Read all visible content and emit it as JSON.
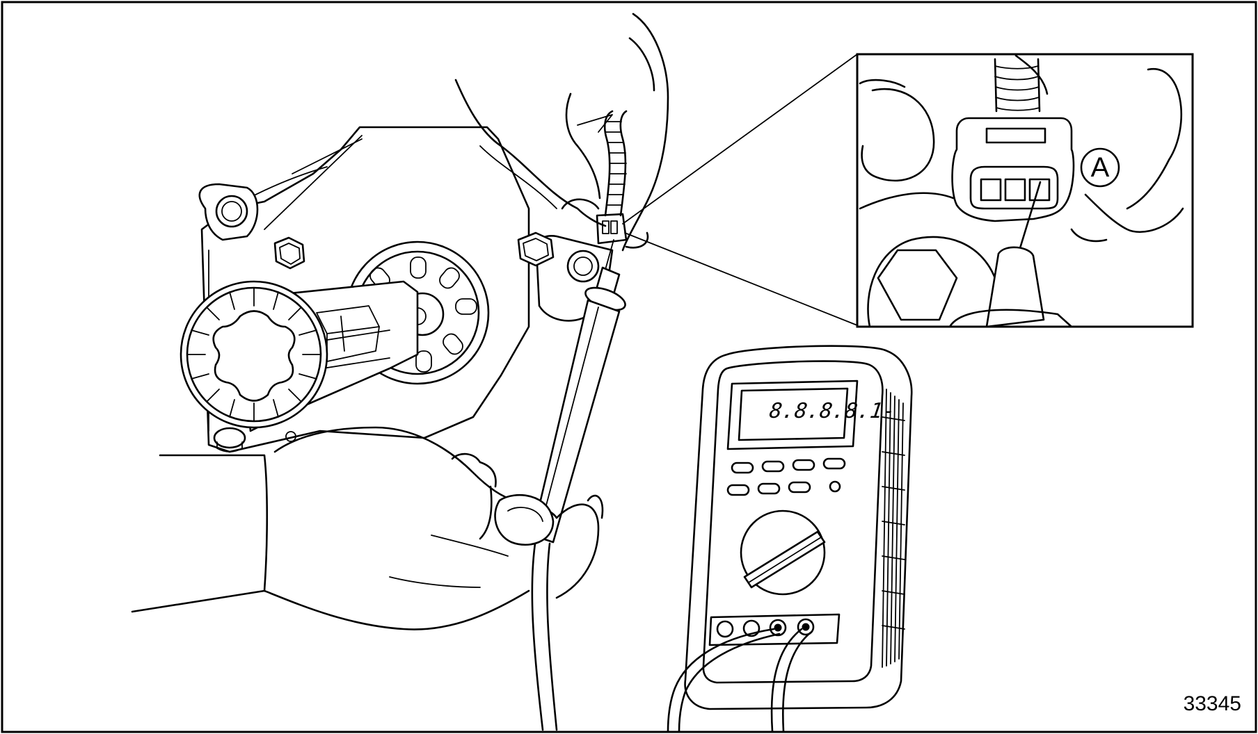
{
  "meter": {
    "display_reading": "8.8.8.8.1-"
  },
  "callout": {
    "letter": "A"
  },
  "figure": {
    "number": "33345"
  }
}
